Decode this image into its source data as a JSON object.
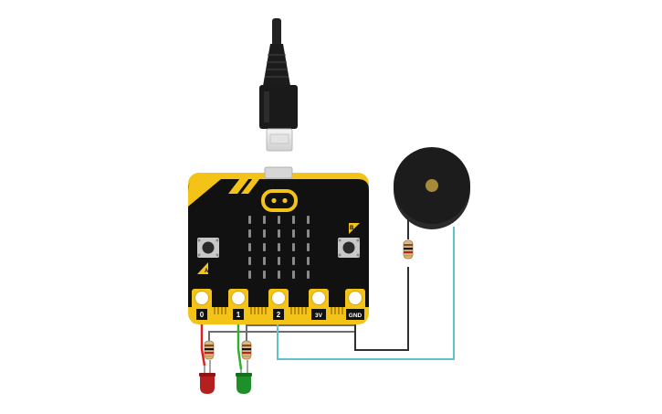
{
  "board": {
    "name": "micro:bit",
    "pins": [
      "0",
      "1",
      "2",
      "3V",
      "GND"
    ],
    "button_a": "A",
    "button_b": "B",
    "led_matrix": {
      "rows": 5,
      "cols": 5
    }
  },
  "usb_cable": {
    "connector": "micro-usb"
  },
  "components": [
    {
      "name": "red-led",
      "color": "#b41f1f"
    },
    {
      "name": "green-led",
      "color": "#1f8f2a"
    },
    {
      "name": "piezo-buzzer",
      "color": "#1e1e1e"
    }
  ],
  "wire_colors": {
    "red": "#e02020",
    "green": "#30b030",
    "cyan": "#60c3cc",
    "black": "#303030",
    "gnd_bus": "#6e6e6e"
  }
}
